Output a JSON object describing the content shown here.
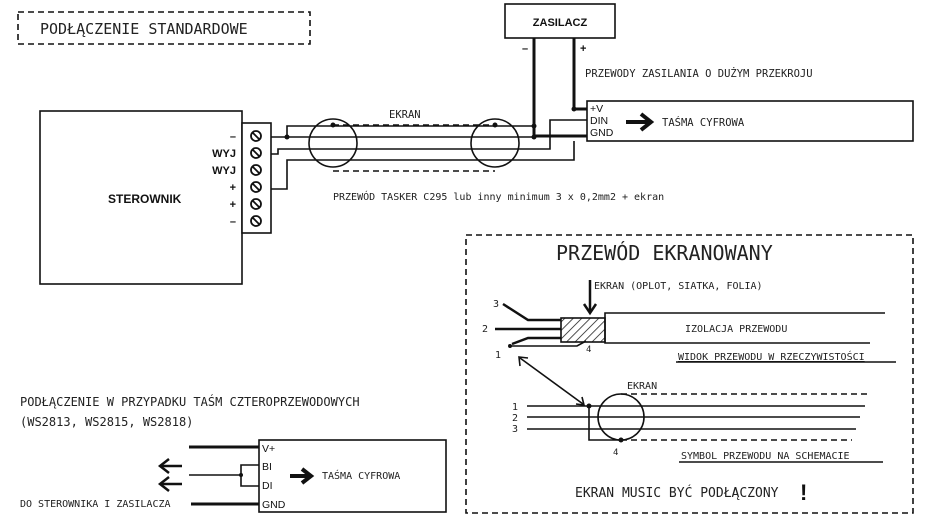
{
  "title": "PODŁĄCZENIE STANDARDOWE",
  "controller": {
    "label": "STEROWNIK",
    "terminals": [
      "–",
      "WYJ",
      "WYJ",
      "+",
      "+",
      "–"
    ]
  },
  "power_supply": {
    "label": "ZASILACZ",
    "minus": "–",
    "plus": "+"
  },
  "power_wires_note": "PRZEWODY ZASILANIA O DUŻYM PRZEKROJU",
  "strip": {
    "pins": [
      "+V",
      "DIN",
      "GND"
    ],
    "label": "TAŚMA CYFROWA"
  },
  "shield_label": "EKRAN",
  "cable_note": "PRZEWÓD TASKER C295 lub inny minimum 3 x 0,2mm2 + ekran",
  "shielded_panel": {
    "title": "PRZEWÓD EKRANOWANY",
    "shield_callout": "EKRAN (OPLOT, SIATKA, FOLIA)",
    "insulation_label": "IZOLACJA PRZEWODU",
    "real_view_caption": "WIDOK PRZEWODU W RZECZYWISTOŚCI",
    "wire_numbers_real": [
      "3",
      "2",
      "1",
      "4"
    ],
    "symbol_shield_label": "EKRAN",
    "wire_numbers_symbol": [
      "1",
      "2",
      "3",
      "4"
    ],
    "symbol_caption": "SYMBOL PRZEWODU NA SCHEMACIE",
    "warning": "EKRAN MUSIC BYĆ PODŁĄCZONY",
    "warning_mark": "!"
  },
  "four_wire": {
    "title_line1": "PODŁĄCZENIE W PRZYPADKU TAŚM CZTEROPRZEWODOWYCH",
    "title_line2": "(WS2813, WS2815, WS2818)",
    "pins": [
      "V+",
      "BI",
      "DI",
      "GND"
    ],
    "strip_label": "TAŚMA CYFROWA",
    "destination_label": "DO STEROWNIKA I ZASILACZA"
  }
}
